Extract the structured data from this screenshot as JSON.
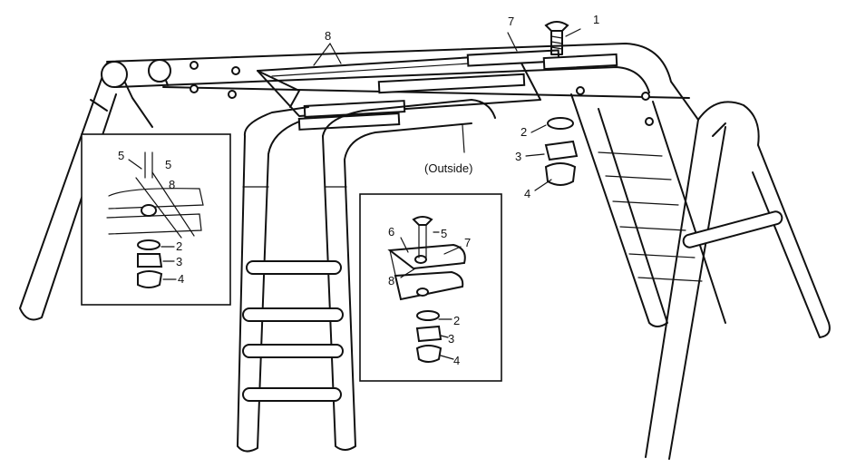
{
  "main_callouts": {
    "c1": "1",
    "c2": "2",
    "c3": "3",
    "c4": "4",
    "c7": "7",
    "c8": "8"
  },
  "outside_label": "(Outside)",
  "left_detail": {
    "c5a": "5",
    "c5b": "5",
    "c8": "8",
    "c2": "2",
    "c3": "3",
    "c4": "4"
  },
  "center_detail": {
    "c6": "6",
    "c5": "5",
    "c7": "7",
    "c8": "8",
    "c2": "2",
    "c3": "3",
    "c4": "4"
  }
}
